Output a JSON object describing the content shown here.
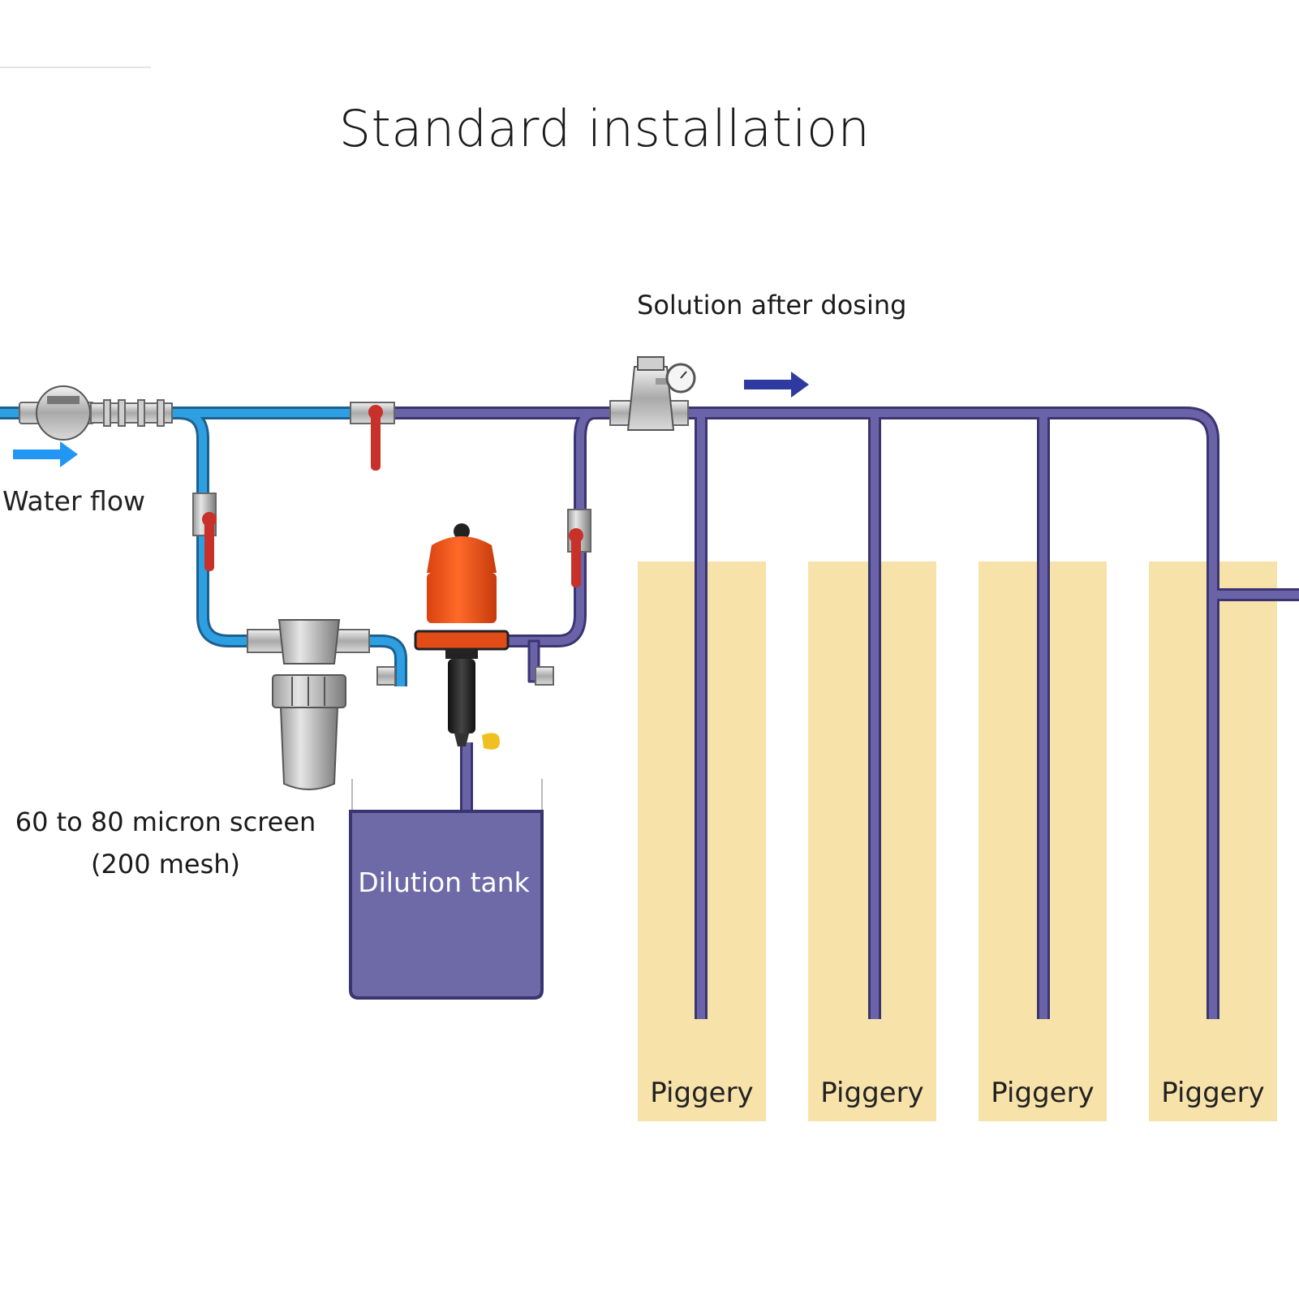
{
  "title": "Standard installation",
  "labels": {
    "solution_after_dosing": "Solution after dosing",
    "water_flow": "Water flow",
    "screen_line1": "60 to 80 micron screen",
    "screen_line2": "(200 mesh)",
    "dilution_tank": "Dilution tank"
  },
  "pens": [
    {
      "label": "Piggery"
    },
    {
      "label": "Piggery"
    },
    {
      "label": "Piggery"
    },
    {
      "label": "Piggery"
    }
  ],
  "colors": {
    "raw_water_pipe": "#2e9fe0",
    "dosed_pipe": "#6a63a8",
    "pipe_outline": "#3a3570",
    "pen_fill": "#f7e2aa",
    "tank_fill": "#6e6aa8",
    "dosing_pump": "#f05a1e",
    "valve_handle": "#c8302a",
    "flow_arrow_in": "#2196f3",
    "flow_arrow_out": "#2e3aa0"
  }
}
